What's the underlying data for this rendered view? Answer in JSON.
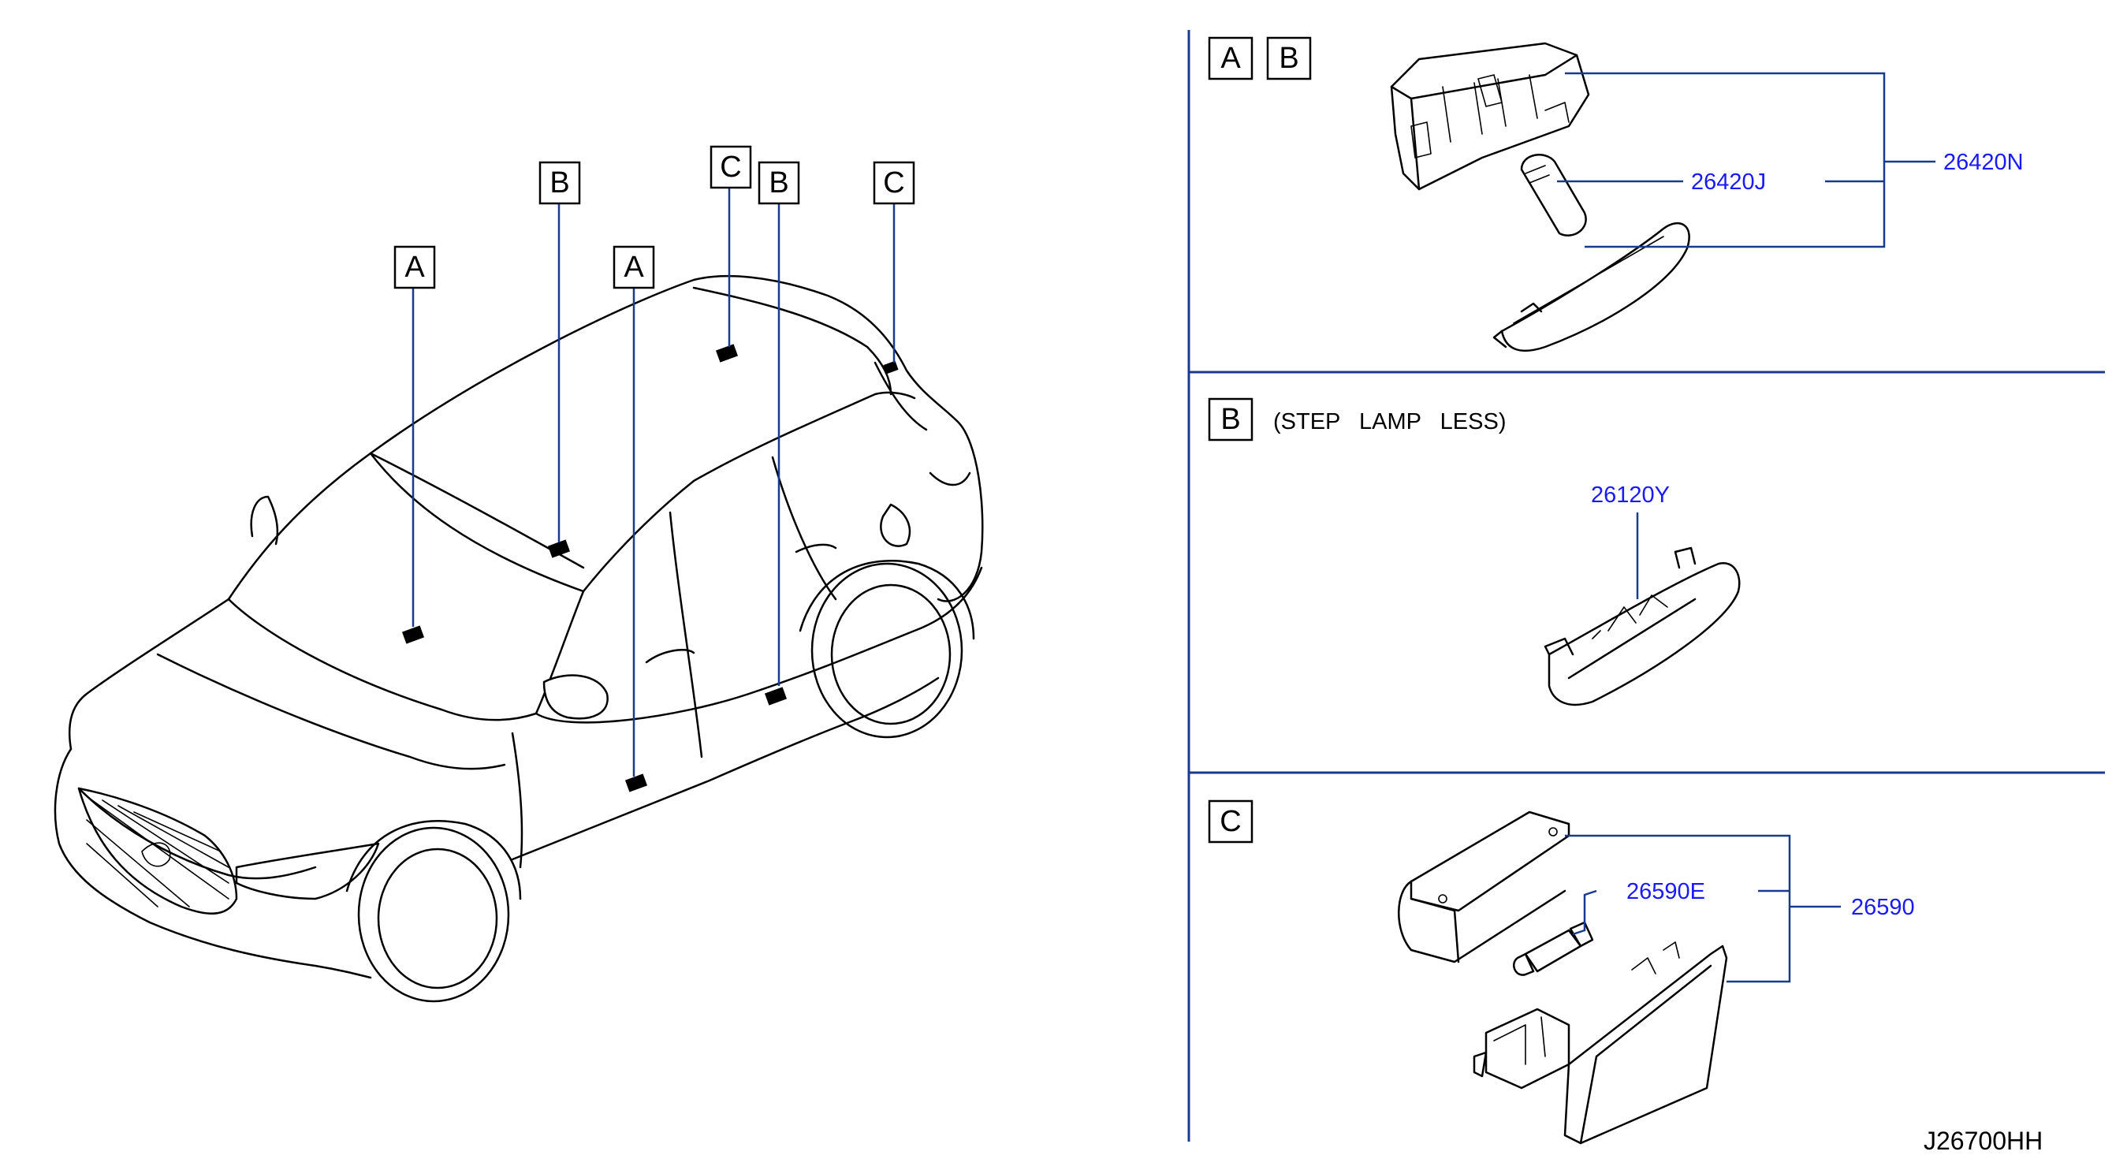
{
  "drawing_code": "J26700HH",
  "vehicle_callouts": {
    "a_left": "A",
    "b_left": "B",
    "a_center": "A",
    "c_center": "C",
    "b_right": "B",
    "c_right": "C"
  },
  "section_ab": {
    "badge_a": "A",
    "badge_b": "B",
    "parts": {
      "assembly": "26420N",
      "bulb": "26420J"
    }
  },
  "section_b": {
    "badge": "B",
    "note": "(STEP   LAMP   LESS)",
    "parts": {
      "cover": "26120Y"
    }
  },
  "section_c": {
    "badge": "C",
    "parts": {
      "assembly": "26590",
      "bulb": "26590E"
    }
  },
  "colors": {
    "part_number": "#1a1aff",
    "leader_line": "#1a3a8f",
    "ink": "#000000"
  }
}
